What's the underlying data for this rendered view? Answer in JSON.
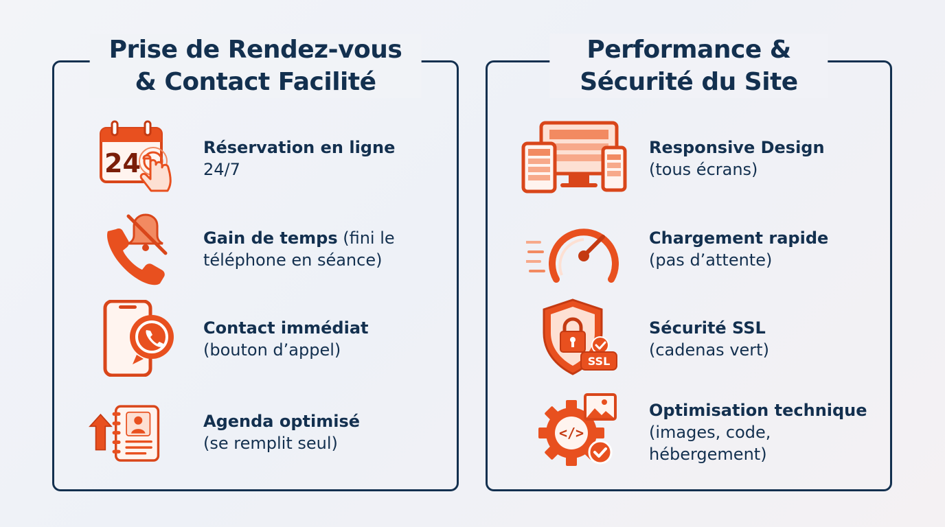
{
  "panels": {
    "left": {
      "title_line1": "Prise de Rendez-vous",
      "title_line2": "& Contact Facilité",
      "items": [
        {
          "bold": "Réservation en ligne",
          "normal_inline": "",
          "line2": "24/7",
          "icon": "calendar-tap-icon"
        },
        {
          "bold": "Gain de temps",
          "normal_inline": " (fini le",
          "line2": "téléphone en séance)",
          "icon": "phone-bell-muted-icon"
        },
        {
          "bold": "Contact immédiat",
          "normal_inline": "",
          "line2": "(bouton d’appel)",
          "icon": "smartphone-call-icon"
        },
        {
          "bold": "Agenda optimisé",
          "normal_inline": "",
          "line2": "(se remplit seul)",
          "icon": "agenda-arrow-up-icon"
        }
      ]
    },
    "right": {
      "title_line1": "Performance &",
      "title_line2": "Sécurité du Site",
      "items": [
        {
          "bold": "Responsive Design",
          "line2": "(tous écrans)",
          "line3": "",
          "icon": "devices-icon"
        },
        {
          "bold": "Chargement rapide",
          "line2": "(pas d’attente)",
          "line3": "",
          "icon": "speedometer-icon"
        },
        {
          "bold": "Sécurité SSL",
          "line2": "(cadenas vert)",
          "line3": "",
          "icon": "shield-lock-ssl-icon",
          "badge": "SSL"
        },
        {
          "bold": "Optimisation technique",
          "line2": "(images, code,",
          "line3": "hébergement)",
          "icon": "gear-code-icon"
        }
      ]
    }
  },
  "colors": {
    "navy": "#13304f",
    "accent": "#e8501f",
    "accent_light": "#fbd2c3",
    "accent_dark": "#c43a12"
  }
}
